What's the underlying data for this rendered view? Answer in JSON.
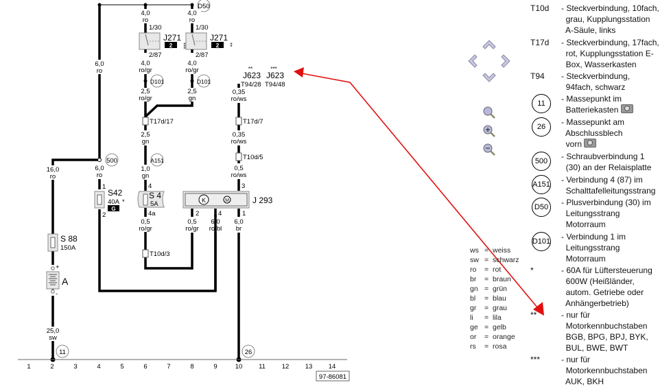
{
  "diagram": {
    "top_node": "D50",
    "wire_6ro_a": [
      "6,0",
      "ro"
    ],
    "wire_16ro": [
      "16,0",
      "ro"
    ],
    "wire_6ro_b": [
      "6,0",
      "ro"
    ],
    "node_500": "500",
    "s42": {
      "name": "S42",
      "rating": "40A",
      "star": "*",
      "badge": "G",
      "pin_in": "1",
      "pin_out": "2"
    },
    "s88": {
      "name": "S 88",
      "rating": "150A"
    },
    "battery": {
      "name": "A",
      "plus": "+",
      "minus": "-"
    },
    "wire_25sw": [
      "25,0",
      "sw"
    ],
    "ground_11": "11",
    "ground_26": "26",
    "col6": {
      "w1": [
        "4,0",
        "ro"
      ],
      "pin_in": "1/30",
      "relay": "J271",
      "badge": "2",
      "stars": "***",
      "pin_out": "2/87",
      "w2": [
        "4,0",
        "ro/gr"
      ],
      "node": "D101",
      "w3": [
        "2,5",
        "ro/gr"
      ],
      "conn": "T17d/17",
      "w4": [
        "2,5",
        "gn"
      ],
      "node2": "A151",
      "w5": [
        "1,0",
        "gn"
      ],
      "pin4": "4",
      "fuse": "S 4",
      "fuse_rating": "5A",
      "pin4a": "4a",
      "w6": [
        "0,5",
        "ro/gr"
      ],
      "conn2": "T10d/3"
    },
    "col8": {
      "w1": [
        "4,0",
        "ro"
      ],
      "pin_in": "1/30",
      "relay": "J271",
      "badge": "2",
      "stars": "**",
      "pin_out": "2/87",
      "w2": [
        "4,0",
        "ro/gr"
      ],
      "node": "D101",
      "w3": [
        "2,5",
        "gn"
      ],
      "w_pin2": [
        "0,5",
        "ro/gr"
      ],
      "pin2": "2"
    },
    "col10": {
      "j623a": "J623",
      "j623a_stars": "**",
      "j623a_pin": "T94/28",
      "j623b": "J623",
      "j623b_stars": "***",
      "j623b_pin": "T94/48",
      "w1": [
        "0,35",
        "ro/ws"
      ],
      "conn1": "T17d/7",
      "w2": [
        "0,35",
        "ro/ws"
      ],
      "conn2": "T10d/5",
      "w3": [
        "0,5",
        "ro/ws"
      ],
      "pin3": "3",
      "module": "J 293",
      "k": "K",
      "m": "M",
      "pin1": "1",
      "w_out": [
        "6,0",
        "br"
      ]
    },
    "col9": {
      "pin4": "4",
      "w": [
        "6,0",
        "ro/bl"
      ]
    },
    "columns": [
      "1",
      "2",
      "3",
      "4",
      "5",
      "6",
      "7",
      "8",
      "9",
      "10",
      "11",
      "12",
      "13",
      "14"
    ],
    "part_number": "97-86081"
  },
  "annotation_arrow_color": "#e01010",
  "nav": {
    "icons": [
      "pan-up-icon",
      "pan-left-icon",
      "pan-right-icon",
      "pan-down-icon",
      "zoom-icon",
      "zoom-in-icon",
      "zoom-out-icon"
    ]
  },
  "color_codes": [
    {
      "abbr": "ws",
      "name": "weiss"
    },
    {
      "abbr": "sw",
      "name": "schwarz"
    },
    {
      "abbr": "ro",
      "name": "rot"
    },
    {
      "abbr": "br",
      "name": "braun"
    },
    {
      "abbr": "gn",
      "name": "grün"
    },
    {
      "abbr": "bl",
      "name": "blau"
    },
    {
      "abbr": "gr",
      "name": "grau"
    },
    {
      "abbr": "li",
      "name": "lila"
    },
    {
      "abbr": "ge",
      "name": "gelb"
    },
    {
      "abbr": "or",
      "name": "orange"
    },
    {
      "abbr": "rs",
      "name": "rosa"
    }
  ],
  "legend": [
    {
      "code": "T10d",
      "text": "- Steckverbindung, 10fach,\n  grau, Kupplungsstation\n  A-Säule, links"
    },
    {
      "code": "T17d",
      "text": "- Steckverbindung, 17fach,\n  rot, Kupplungsstation E-\n  Box, Wasserkasten"
    },
    {
      "code": "T94",
      "text": "- Steckverbindung,\n  94fach, schwarz"
    },
    {
      "code": "11",
      "circle": true,
      "text": "- Massepunkt im\n  Batteriekasten",
      "camera": true
    },
    {
      "code": "26",
      "circle": true,
      "text": "- Massepunkt am\n  Abschlussblech\n  vorn",
      "camera": true
    },
    {
      "code": "500",
      "circle": true,
      "text": "- Schraubverbindung 1\n  (30) an der Relaisplatte"
    },
    {
      "code": "A151",
      "circle": true,
      "text": "- Verbindung 4 (87) im\n  Schalttafelleitungsstrang"
    },
    {
      "code": "D50",
      "circle": true,
      "text": "- Plusverbindung (30) im\n  Leitungsstrang\n  Motorraum"
    },
    {
      "code": "D101",
      "circle": true,
      "text": "- Verbindung 1 im\n  Leitungsstrang\n  Motorraum"
    },
    {
      "code": "*",
      "text": "- 60A für Lüftersteuerung\n  600W (Heißländer,\n  autom. Getriebe oder\n  Anhängerbetrieb)"
    },
    {
      "code": "**",
      "text": "- nur für\n  Motorkennbuchstaben\n  BGB, BPG, BPJ, BYK,\n  BUL, BWE, BWT"
    },
    {
      "code": "***",
      "text": "- nur für\n  Motorkennbuchstaben\n  AUK, BKH"
    }
  ]
}
